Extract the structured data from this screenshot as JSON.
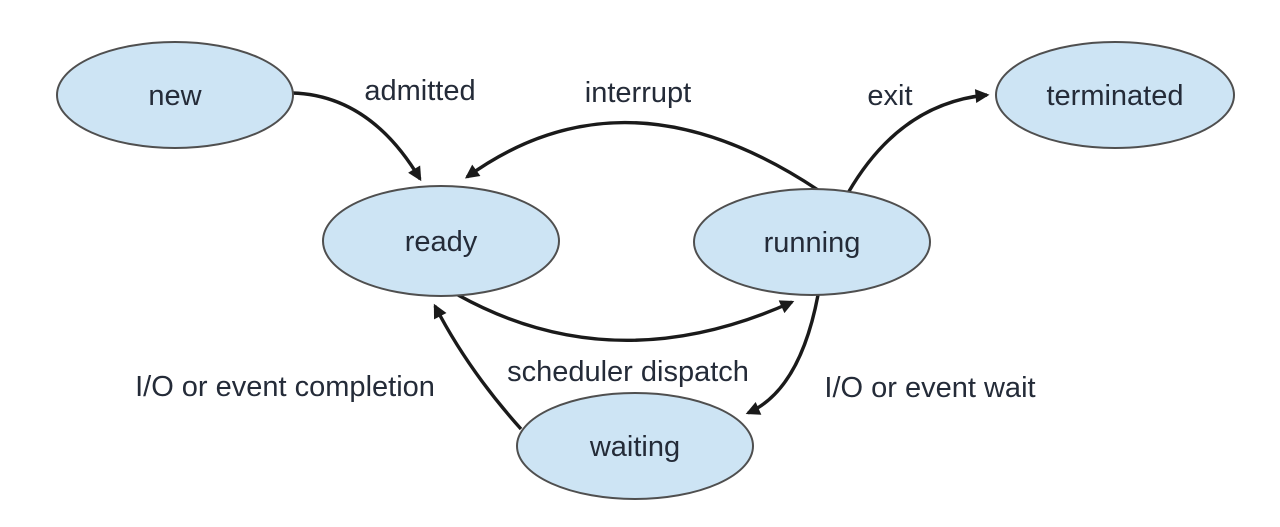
{
  "diagram": {
    "colors": {
      "background": "#ffffff",
      "node_fill": "#cde4f4",
      "node_stroke": "#4f4f4f",
      "edge": "#1a1a1a",
      "text": "#242b38"
    },
    "nodes": [
      {
        "id": "new",
        "label": "new"
      },
      {
        "id": "ready",
        "label": "ready"
      },
      {
        "id": "running",
        "label": "running"
      },
      {
        "id": "terminated",
        "label": "terminated"
      },
      {
        "id": "waiting",
        "label": "waiting"
      }
    ],
    "edges": [
      {
        "id": "admitted",
        "label": "admitted",
        "from": "new",
        "to": "ready"
      },
      {
        "id": "interrupt",
        "label": "interrupt",
        "from": "running",
        "to": "ready"
      },
      {
        "id": "exit",
        "label": "exit",
        "from": "running",
        "to": "terminated"
      },
      {
        "id": "scheduler-dispatch",
        "label": "scheduler dispatch",
        "from": "ready",
        "to": "running"
      },
      {
        "id": "io-event-wait",
        "label": "I/O or event wait",
        "from": "running",
        "to": "waiting"
      },
      {
        "id": "io-event-completion",
        "label": "I/O or event completion",
        "from": "waiting",
        "to": "ready"
      }
    ]
  }
}
